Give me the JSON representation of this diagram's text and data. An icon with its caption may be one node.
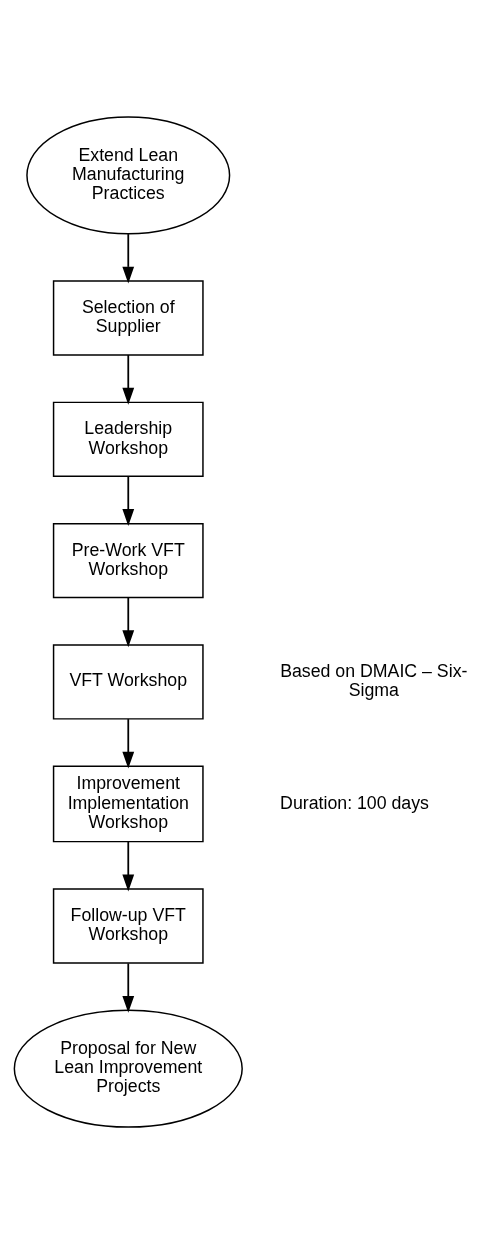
{
  "diagram": {
    "nodes": [
      {
        "text": [
          "Extend Lean Manufacturing Practices"
        ]
      },
      {
        "text": [
          "Selection of Supplier"
        ]
      },
      {
        "text": [
          "Leadership Workshop"
        ]
      },
      {
        "text": [
          "Pre-Work VFT Workshop"
        ]
      },
      {
        "text": [
          "VFT Workshop"
        ]
      },
      {
        "text": [
          "Improvement Implementation Workshop"
        ]
      },
      {
        "text": [
          "Follow-up VFT Workshop"
        ]
      },
      {
        "text": [
          "Proposal for New Lean Improvement Projects"
        ]
      }
    ],
    "edges": [
      {
        "from": 0,
        "to": 1,
        "arrow": "to"
      },
      {
        "from": 1,
        "to": 2,
        "arrow": "to"
      },
      {
        "from": 2,
        "to": 3,
        "arrow": "to"
      },
      {
        "from": 3,
        "to": 4,
        "arrow": "to"
      },
      {
        "from": 4,
        "to": 5,
        "arrow": "to"
      },
      {
        "from": 5,
        "to": 6,
        "arrow": "to"
      },
      {
        "from": 6,
        "to": 7,
        "arrow": "to"
      }
    ],
    "labels": [
      "Based on DMAIC – Six-Sigma",
      "Duration: 100 days"
    ]
  }
}
